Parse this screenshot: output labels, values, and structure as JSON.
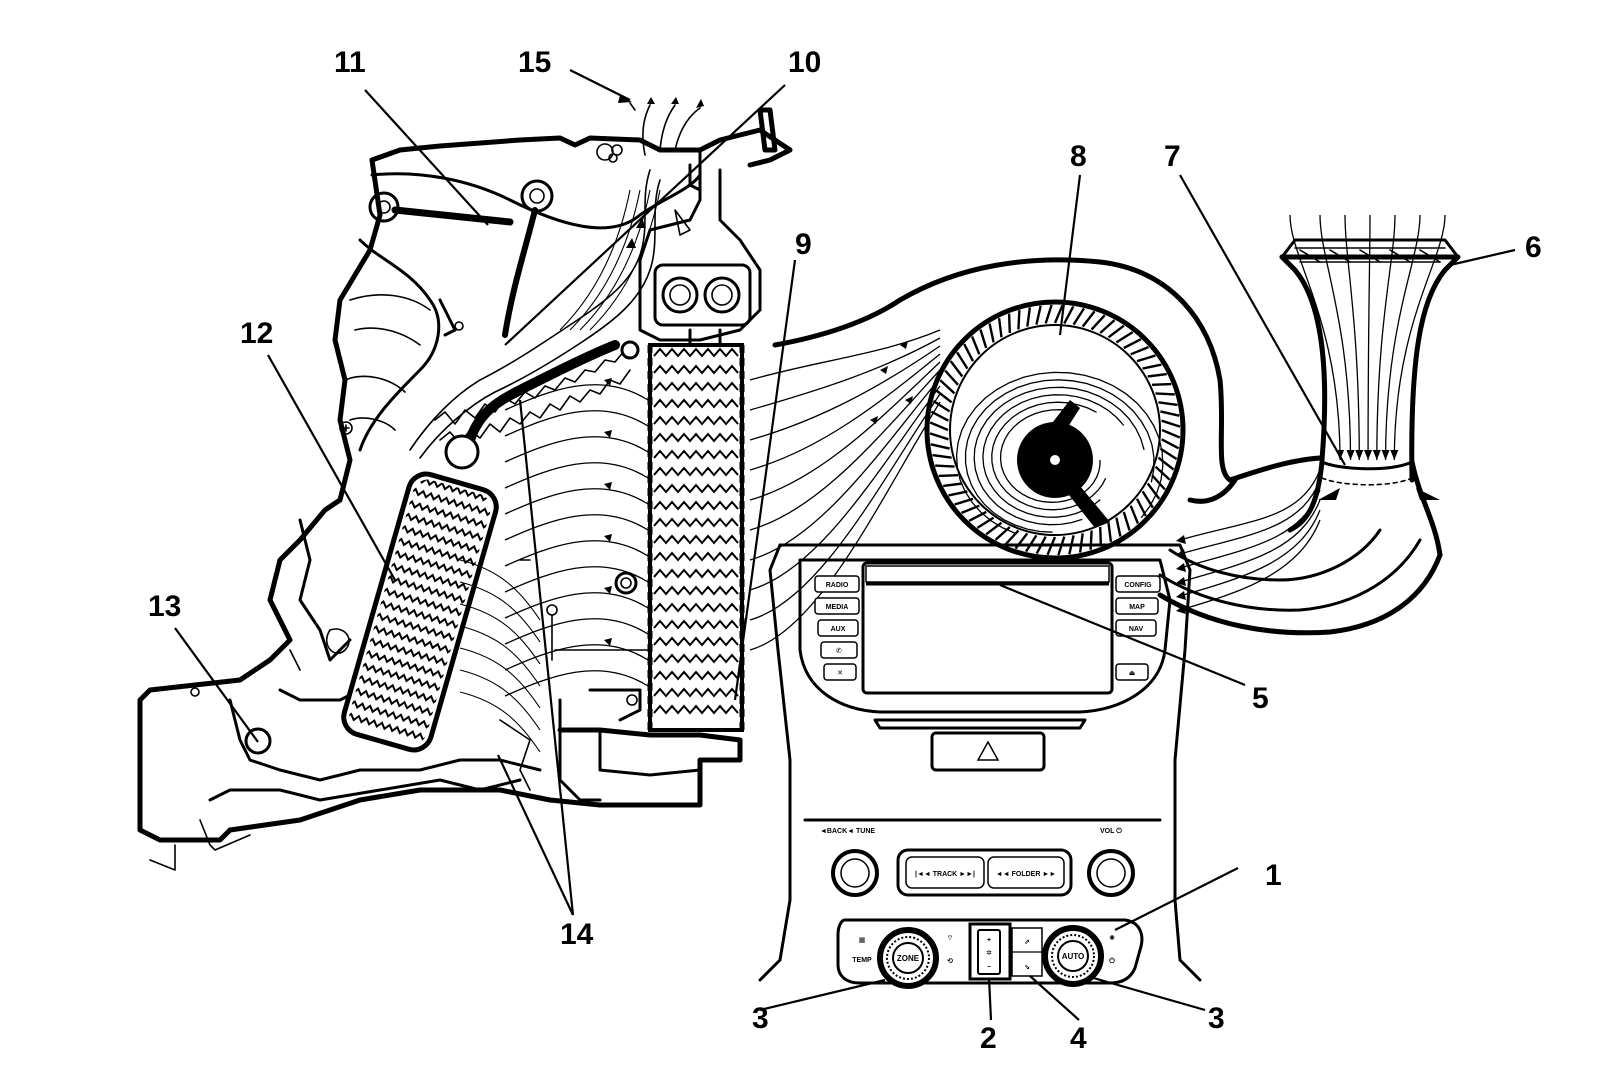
{
  "callouts": {
    "c1": "1",
    "c2": "2",
    "c3a": "3",
    "c3b": "3",
    "c4": "4",
    "c5": "5",
    "c6": "6",
    "c7": "7",
    "c8": "8",
    "c9": "9",
    "c10": "10",
    "c11": "11",
    "c12": "12",
    "c13": "13",
    "c14": "14",
    "c15": "15"
  },
  "radio_buttons": {
    "radio": "RADIO",
    "media": "MEDIA",
    "aux": "AUX",
    "config": "CONFIG",
    "map": "MAP",
    "nav": "NAV",
    "back_tune": "◄BACK◄ TUNE",
    "track": "|◄◄ TRACK ►►|",
    "folder": "◄◄ FOLDER ►►",
    "vol": "VOL ⏻"
  },
  "climate_controls": {
    "zone": "ZONE",
    "auto": "AUTO",
    "temp": "TEMP"
  },
  "colors": {
    "ink": "#000000",
    "paper": "#ffffff"
  }
}
